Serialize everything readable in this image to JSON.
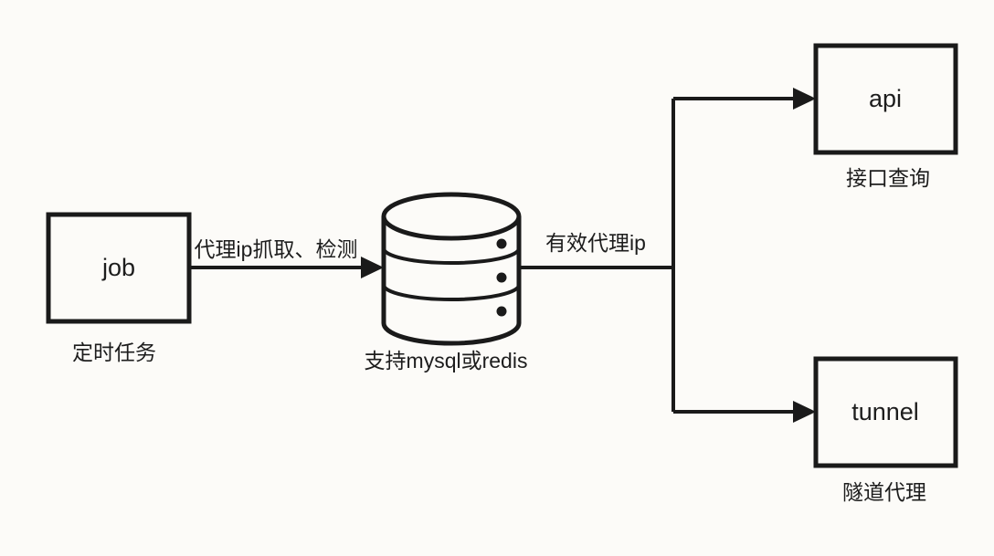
{
  "canvas": {
    "background_color": "#fcfbf8",
    "stroke_color": "#1a1a1a",
    "text_color": "#1d1d1d"
  },
  "nodes": {
    "job": {
      "label": "job",
      "caption": "定时任务"
    },
    "database": {
      "caption": "支持mysql或redis"
    },
    "api": {
      "label": "api",
      "caption": "接口查询"
    },
    "tunnel": {
      "label": "tunnel",
      "caption": "隧道代理"
    }
  },
  "edges": {
    "job_to_database": {
      "label": "代理ip抓取、检测"
    },
    "database_to_branch": {
      "label": "有效代理ip"
    }
  }
}
